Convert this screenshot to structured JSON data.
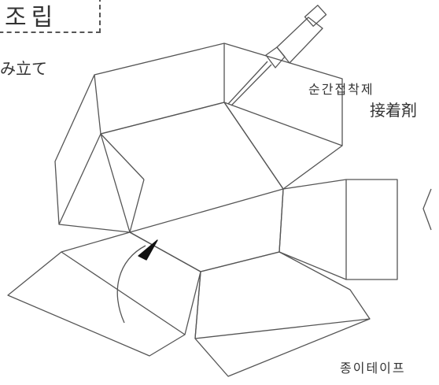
{
  "labels": {
    "title_korean": "조립",
    "title_japanese": "み立て",
    "glue_korean": "순간접착제",
    "glue_japanese": "接着剤",
    "tape_korean": "종이테이프"
  },
  "colors": {
    "line": "#555555",
    "background": "#ffffff"
  },
  "icons": [
    "glue-bottle-icon",
    "curved-arrow-icon"
  ]
}
